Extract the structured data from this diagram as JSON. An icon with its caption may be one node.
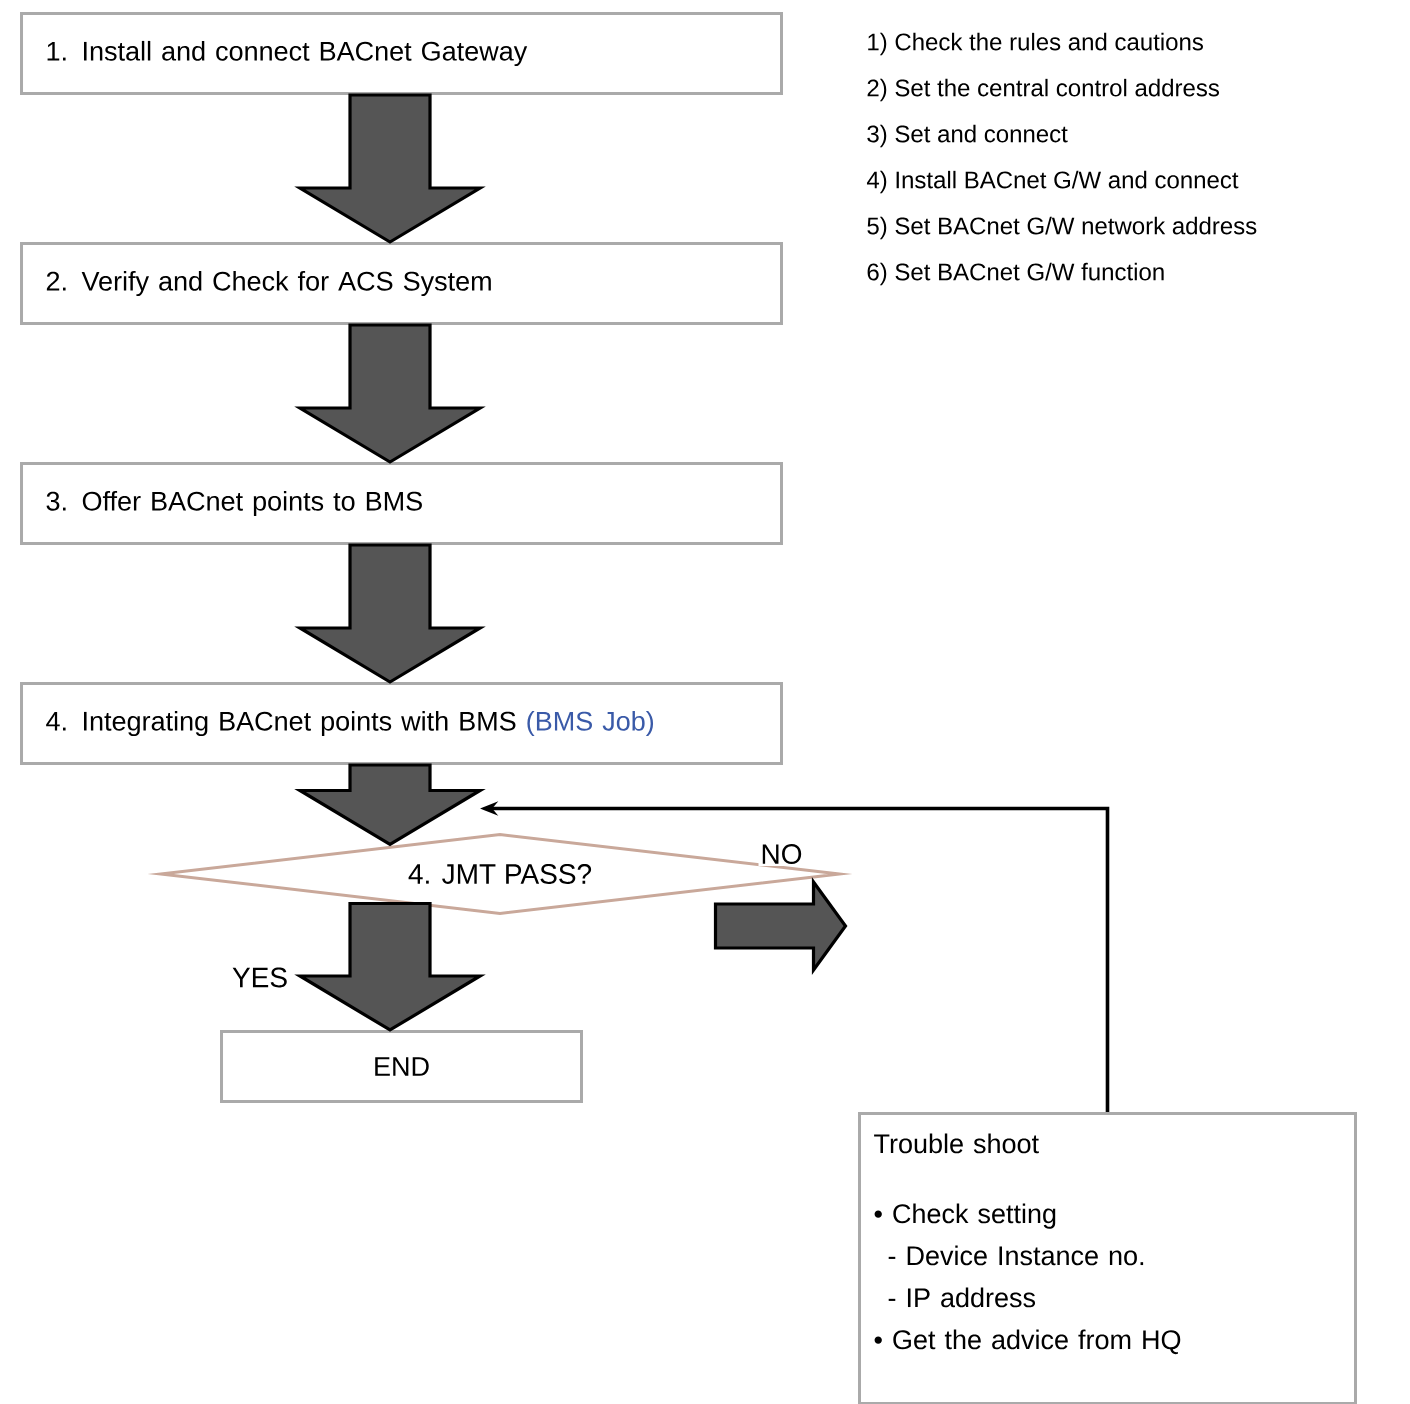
{
  "diagram": {
    "nodes": [
      {
        "text": [
          "1. Install and connect BACnet Gateway"
        ]
      },
      {
        "text": [
          "2. Verify and Check for ACS System"
        ]
      },
      {
        "text": [
          "3. Offer BACnet points to BMS"
        ]
      },
      {
        "text": [
          "4. Integrating BACnet points with BMS",
          "(BMS Job)"
        ]
      },
      {
        "text": [
          "4. JMT PASS?"
        ]
      },
      {
        "text": [
          "END"
        ]
      },
      {
        "text": [
          "Trouble shoot",
          "• Check setting",
          "- Device Instance no.",
          "- IP address",
          "• Get the advice from HQ"
        ]
      }
    ],
    "edges": [
      {
        "from": 0,
        "to": 1,
        "arrow": "to",
        "style": "thick"
      },
      {
        "from": 1,
        "to": 2,
        "arrow": "to",
        "style": "thick"
      },
      {
        "from": 2,
        "to": 3,
        "arrow": "to",
        "style": "thick"
      },
      {
        "from": 3,
        "to": 4,
        "arrow": "to",
        "style": "thick"
      },
      {
        "from": 4,
        "to": 5,
        "arrow": "to",
        "style": "thick",
        "label": "YES"
      },
      {
        "from": 4,
        "to": null,
        "arrow": "to",
        "style": "thick",
        "label": "NO"
      },
      {
        "from": 6,
        "to": 4,
        "arrow": "to"
      }
    ],
    "labels": [
      "1) Check the rules and cautions",
      "2) Set the central control address",
      "3) Set and connect",
      "4) Install BACnet G/W and connect",
      "5) Set BACnet G/W network address",
      "6) Set BACnet G/W function"
    ]
  }
}
